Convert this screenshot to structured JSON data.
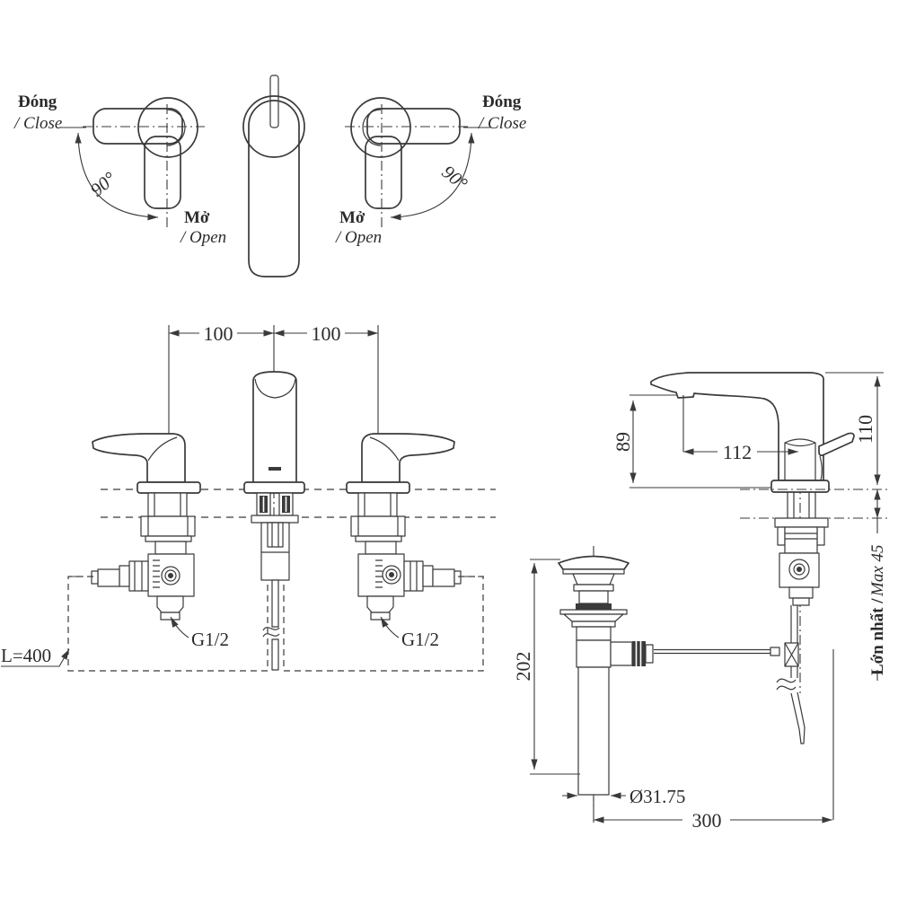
{
  "drawing": {
    "background": "#ffffff",
    "line_color": "#3a3a3a",
    "text_color": "#2b2b2b"
  },
  "top_view": {
    "left_handle": {
      "close_vi": "Đóng",
      "close_en": "/ Close",
      "open_vi": "Mở",
      "open_en": "/ Open",
      "rotation": "90°"
    },
    "right_handle": {
      "close_vi": "Đóng",
      "close_en": "/ Close",
      "open_vi": "Mở",
      "open_en": "/ Open",
      "rotation": "90°"
    }
  },
  "front_view": {
    "spacing_left": "100",
    "spacing_right": "100",
    "thread_left": "G1/2",
    "thread_right": "G1/2",
    "hose_length": "L=400"
  },
  "side_view": {
    "spout_height": "89",
    "spout_reach": "112",
    "overall_height": "110",
    "deck_max_vi": "Lớn nhất /",
    "deck_max_en": "Max 45",
    "drain_length": "202",
    "drain_diameter": "Ø31.75",
    "drain_offset": "300"
  }
}
